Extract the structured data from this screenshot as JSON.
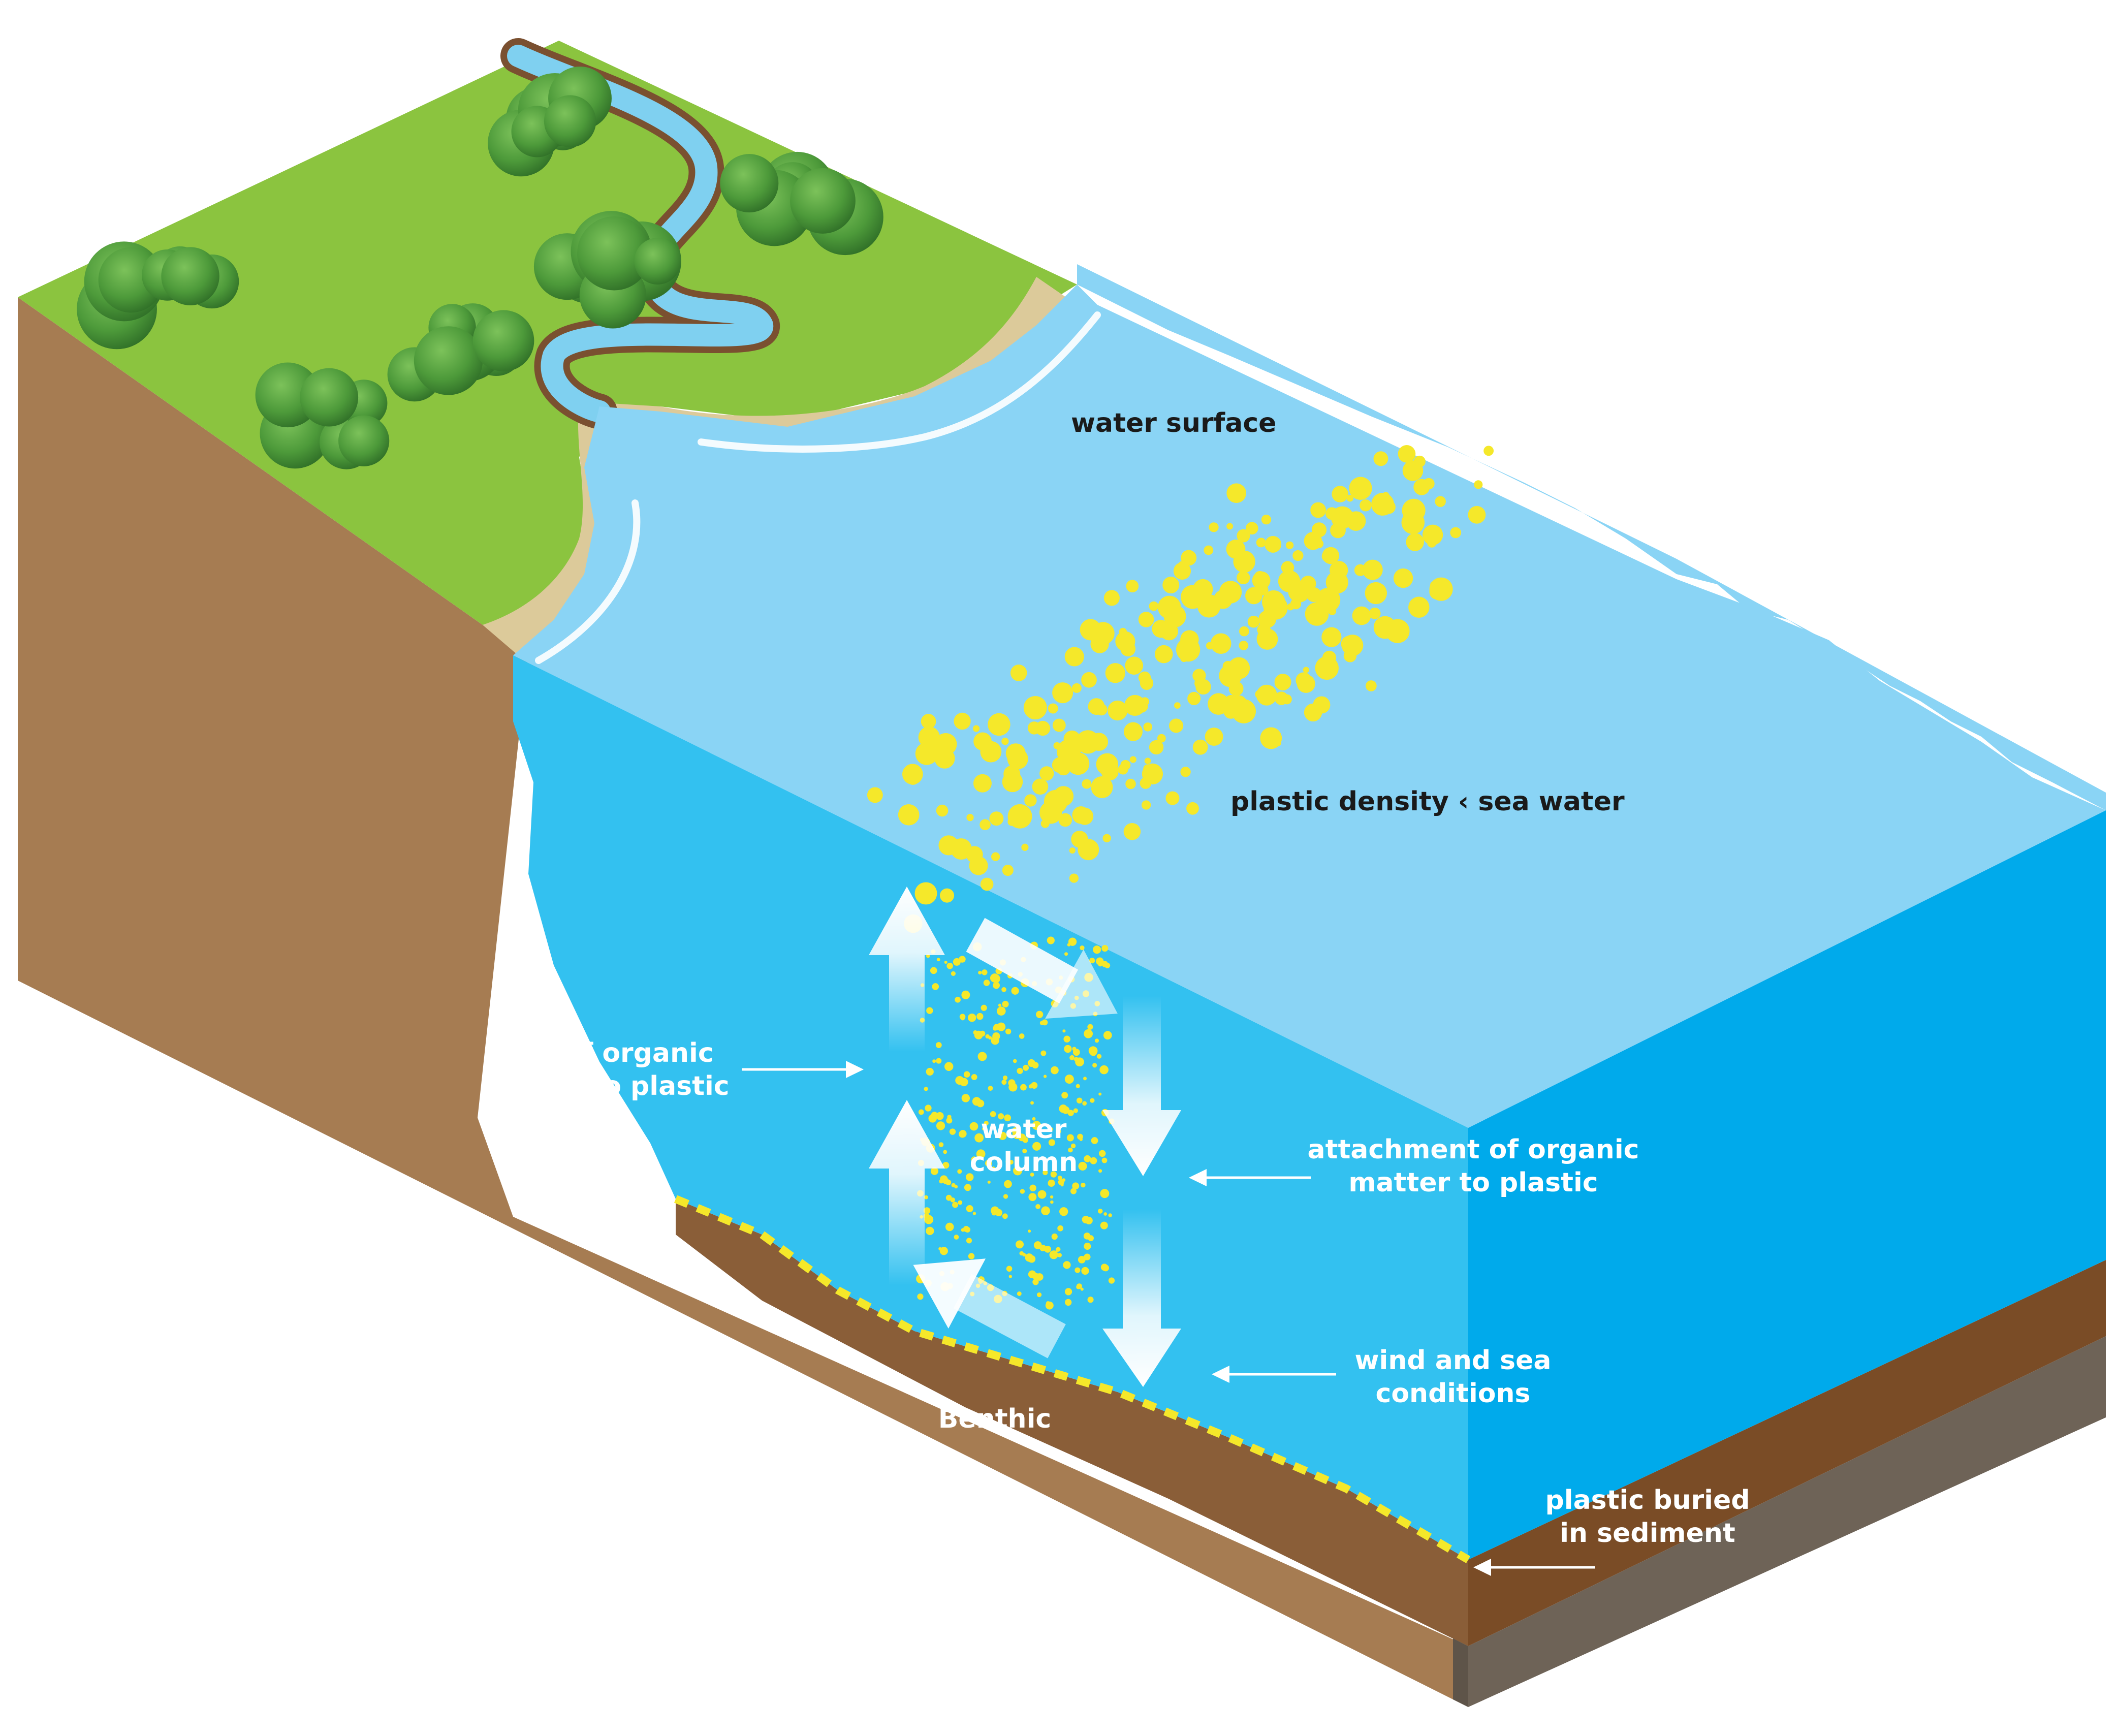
{
  "labels": {
    "water_surface": "water surface",
    "plastic_density": "plastic density ‹ sea water",
    "loss_line1": "loss of organic",
    "loss_line2": "matter to plastic",
    "water_column_line1": "water",
    "water_column_line2": "column",
    "attach_line1": "attachment of organic",
    "attach_line2": "matter to plastic",
    "wind_line1": "wind and sea",
    "wind_line2": "conditions",
    "benthic": "Benthic",
    "buried_line1": "plastic buried",
    "buried_line2": "in sediment"
  },
  "colors": {
    "grass": "#8bc43f",
    "soil_side": "#a67c52",
    "soil_dark": "#8a5e38",
    "sediment_top": "#7a4c26",
    "bedrock": "#6e6357",
    "sand": "#dcca9a",
    "water_surface": "#8ad4f5",
    "water_front": "#33c1f0",
    "water_right": "#00aaeb",
    "river": "#7fd0f0",
    "plastic": "#f5e82a",
    "tree": "#4d9a3a"
  },
  "icons": {
    "arrows": "white-gradient-arrows",
    "trees": "tree-clusters"
  }
}
